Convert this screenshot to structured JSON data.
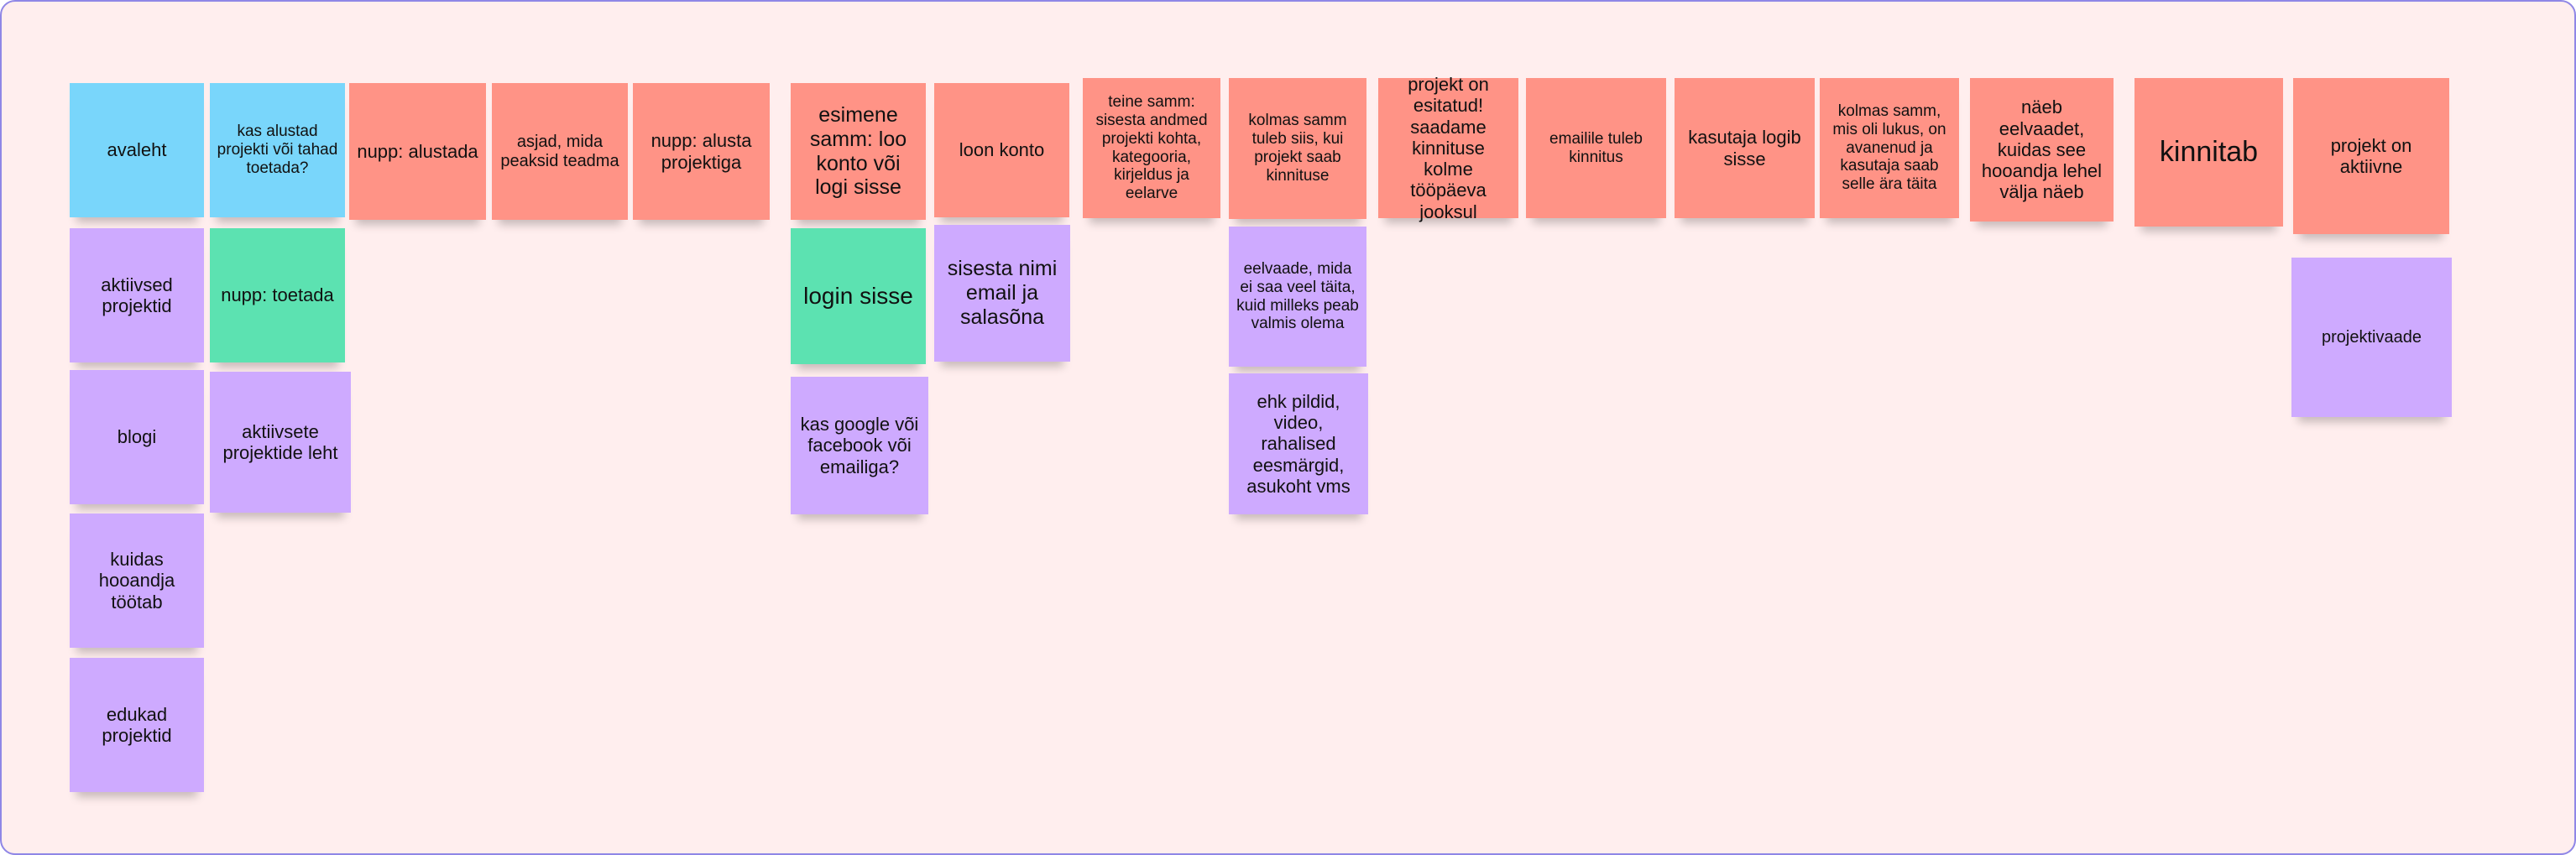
{
  "board": {
    "notes": [
      {
        "id": "n1",
        "text": "avaleht",
        "color": "#79d6fb"
      },
      {
        "id": "n2",
        "text": "aktiivsed projektid",
        "color": "#ceaaff"
      },
      {
        "id": "n3",
        "text": "blogi",
        "color": "#ceaaff"
      },
      {
        "id": "n4",
        "text": "kuidas hooandja töötab",
        "color": "#ceaaff"
      },
      {
        "id": "n5",
        "text": "edukad projektid",
        "color": "#ceaaff"
      },
      {
        "id": "n6",
        "text": "kas alustad projekti või tahad toetada?",
        "color": "#79d6fb"
      },
      {
        "id": "n7",
        "text": "nupp: toetada",
        "color": "#5ce2b1"
      },
      {
        "id": "n8",
        "text": "aktiivsete projektide leht",
        "color": "#ceaaff"
      },
      {
        "id": "n9",
        "text": "nupp: alustada",
        "color": "#ff9386"
      },
      {
        "id": "n10",
        "text": "asjad, mida peaksid teadma",
        "color": "#ff9386"
      },
      {
        "id": "n11",
        "text": "nupp: alusta projektiga",
        "color": "#ff9386"
      },
      {
        "id": "n12",
        "text": "esimene samm: loo konto või logi sisse",
        "color": "#ff9386"
      },
      {
        "id": "n13",
        "text": "login sisse",
        "color": "#5ce2b1"
      },
      {
        "id": "n14",
        "text": "kas google või facebook või emailiga?",
        "color": "#ceaaff"
      },
      {
        "id": "n15",
        "text": "loon konto",
        "color": "#ff9386"
      },
      {
        "id": "n16",
        "text": "sisesta nimi email ja salasõna",
        "color": "#ceaaff"
      },
      {
        "id": "n17",
        "text": "teine samm: sisesta andmed projekti kohta, kategooria, kirjeldus ja eelarve",
        "color": "#ff9386"
      },
      {
        "id": "n18",
        "text": "kolmas samm tuleb siis, kui projekt saab kinnituse",
        "color": "#ff9386"
      },
      {
        "id": "n19",
        "text": "eelvaade, mida ei saa veel täita, kuid milleks peab valmis olema",
        "color": "#ceaaff"
      },
      {
        "id": "n20",
        "text": "ehk pildid, video, rahalised eesmärgid, asukoht vms",
        "color": "#ceaaff"
      },
      {
        "id": "n21",
        "text": "projekt on esitatud! saadame kinnituse kolme tööpäeva jooksul",
        "color": "#ff9386"
      },
      {
        "id": "n22",
        "text": "emailile tuleb kinnitus",
        "color": "#ff9386"
      },
      {
        "id": "n23",
        "text": "kasutaja logib sisse",
        "color": "#ff9386"
      },
      {
        "id": "n24",
        "text": "kolmas samm, mis oli lukus, on avanenud ja kasutaja saab selle ära täita",
        "color": "#ff9386"
      },
      {
        "id": "n25",
        "text": "näeb eelvaadet, kuidas see hooandja lehel välja näeb",
        "color": "#ff9386"
      },
      {
        "id": "n26",
        "text": "kinnitab",
        "color": "#ff9386"
      },
      {
        "id": "n27",
        "text": "projekt on aktiivne",
        "color": "#ff9386"
      },
      {
        "id": "n28",
        "text": "projektivaade",
        "color": "#ceaaff"
      }
    ]
  }
}
